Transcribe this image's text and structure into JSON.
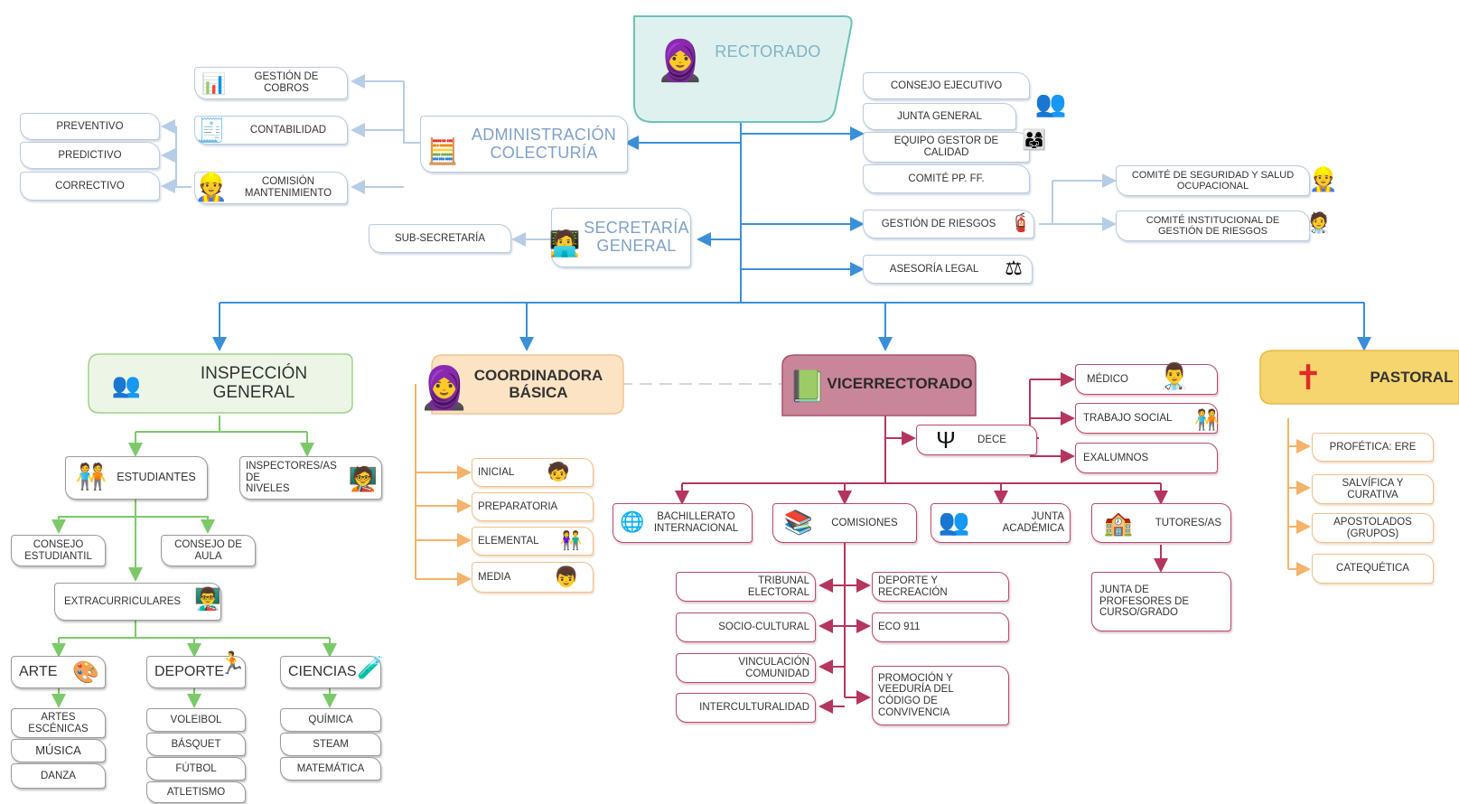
{
  "colors": {
    "blue": "#3a8fd9",
    "green": "#7cc96a",
    "orange": "#f5b26a",
    "red": "#b4365d",
    "gray": "#8a8a8a"
  },
  "rectorado": "RECTORADO",
  "admin": {
    "title": "ADMINISTRACIÓN\nCOLECTURÍA",
    "gestion_cobros": "GESTIÓN DE\nCOBROS",
    "contabilidad": "CONTABILIDAD",
    "comision_mant": "COMISIÓN\nMANTENIMIENTO",
    "preventivo": "PREVENTIVO",
    "predictivo": "PREDICTIVO",
    "correctivo": "CORRECTIVO"
  },
  "secretaria": {
    "title": "SECRETARÍA\nGENERAL",
    "sub": "SUB-SECRETARÍA"
  },
  "right_units": {
    "consejo_ejecutivo": "CONSEJO EJECUTIVO",
    "junta_general": "JUNTA GENERAL",
    "equipo_gestor": "EQUIPO GESTOR DE\nCALIDAD",
    "comite_ppff": "COMITÉ PP. FF.",
    "gestion_riesgos": "GESTIÓN DE RIESGOS",
    "asesoria_legal": "ASESORÍA LEGAL",
    "comite_seguridad": "COMITÉ DE SEGURIDAD Y SALUD\nOCUPACIONAL",
    "comite_institucional": "COMITÉ INSTITUCIONAL DE\nGESTIÓN DE RIESGOS"
  },
  "inspeccion": {
    "title": "INSPECCIÓN GENERAL",
    "estudiantes": "ESTUDIANTES",
    "inspectores": "INSPECTORES/AS DE\nNIVELES",
    "consejo_estudiantil": "CONSEJO\nESTUDIANTIL",
    "consejo_aula": "CONSEJO DE\nAULA",
    "extracurriculares": "EXTRACURRICULARES",
    "arte": "ARTE",
    "deporte": "DEPORTE",
    "ciencias": "CIENCIAS",
    "arte_items": [
      "ARTES\nESCÉNICAS",
      "MÚSICA",
      "DANZA"
    ],
    "deporte_items": [
      "VOLEIBOL",
      "BÁSQUET",
      "FÚTBOL",
      "ATLETISMO"
    ],
    "ciencias_items": [
      "QUÍMICA",
      "STEAM",
      "MATEMÁTICA"
    ]
  },
  "coordinadora": {
    "title": "COORDINADORA\nBÁSICA",
    "items": [
      "INICIAL",
      "PREPARATORIA",
      "ELEMENTAL",
      "MEDIA"
    ]
  },
  "vicerrectorado": {
    "title": "VICERRECTORADO",
    "dece": "DECE",
    "medico": "MÉDICO",
    "trabajo_social": "TRABAJO SOCIAL",
    "exalumnos": "EXALUMNOS",
    "bachillerato": "BACHILLERATO\nINTERNACIONAL",
    "comisiones": "COMISIONES",
    "junta_academica": "JUNTA\nACADÉMICA",
    "tutores": "TUTORES/AS",
    "junta_profesores": "JUNTA DE\nPROFESORES DE\nCURSO/GRADO",
    "comisiones_left": [
      "TRIBUNAL\nELECTORAL",
      "SOCIO-CULTURAL",
      "VINCULACIÓN\nCOMUNIDAD",
      "INTERCULTURALIDAD"
    ],
    "comisiones_right": [
      "DEPORTE Y\nRECREACIÓN",
      "ECO 911",
      "PROMOCIÓN Y\nVEEDURÍA DEL\nCÓDIGO DE\nCONVIVENCIA"
    ]
  },
  "pastoral": {
    "title": "PASTORAL",
    "items": [
      "PROFÉTICA: ERE",
      "SALVÍFICA Y\nCURATIVA",
      "APOSTOLADOS\n(GRUPOS)",
      "CATEQUÉTICA"
    ]
  },
  "icons": [
    "nun-icon",
    "chart-icon",
    "calculator-icon",
    "worker-icon",
    "people-icon",
    "group-icon",
    "network-icon",
    "scales-icon",
    "shield-icon",
    "doctor-icon",
    "psi-icon",
    "book-icon",
    "cross-icon",
    "sports-icon",
    "flask-icon",
    "palette-icon",
    "children-icon"
  ]
}
